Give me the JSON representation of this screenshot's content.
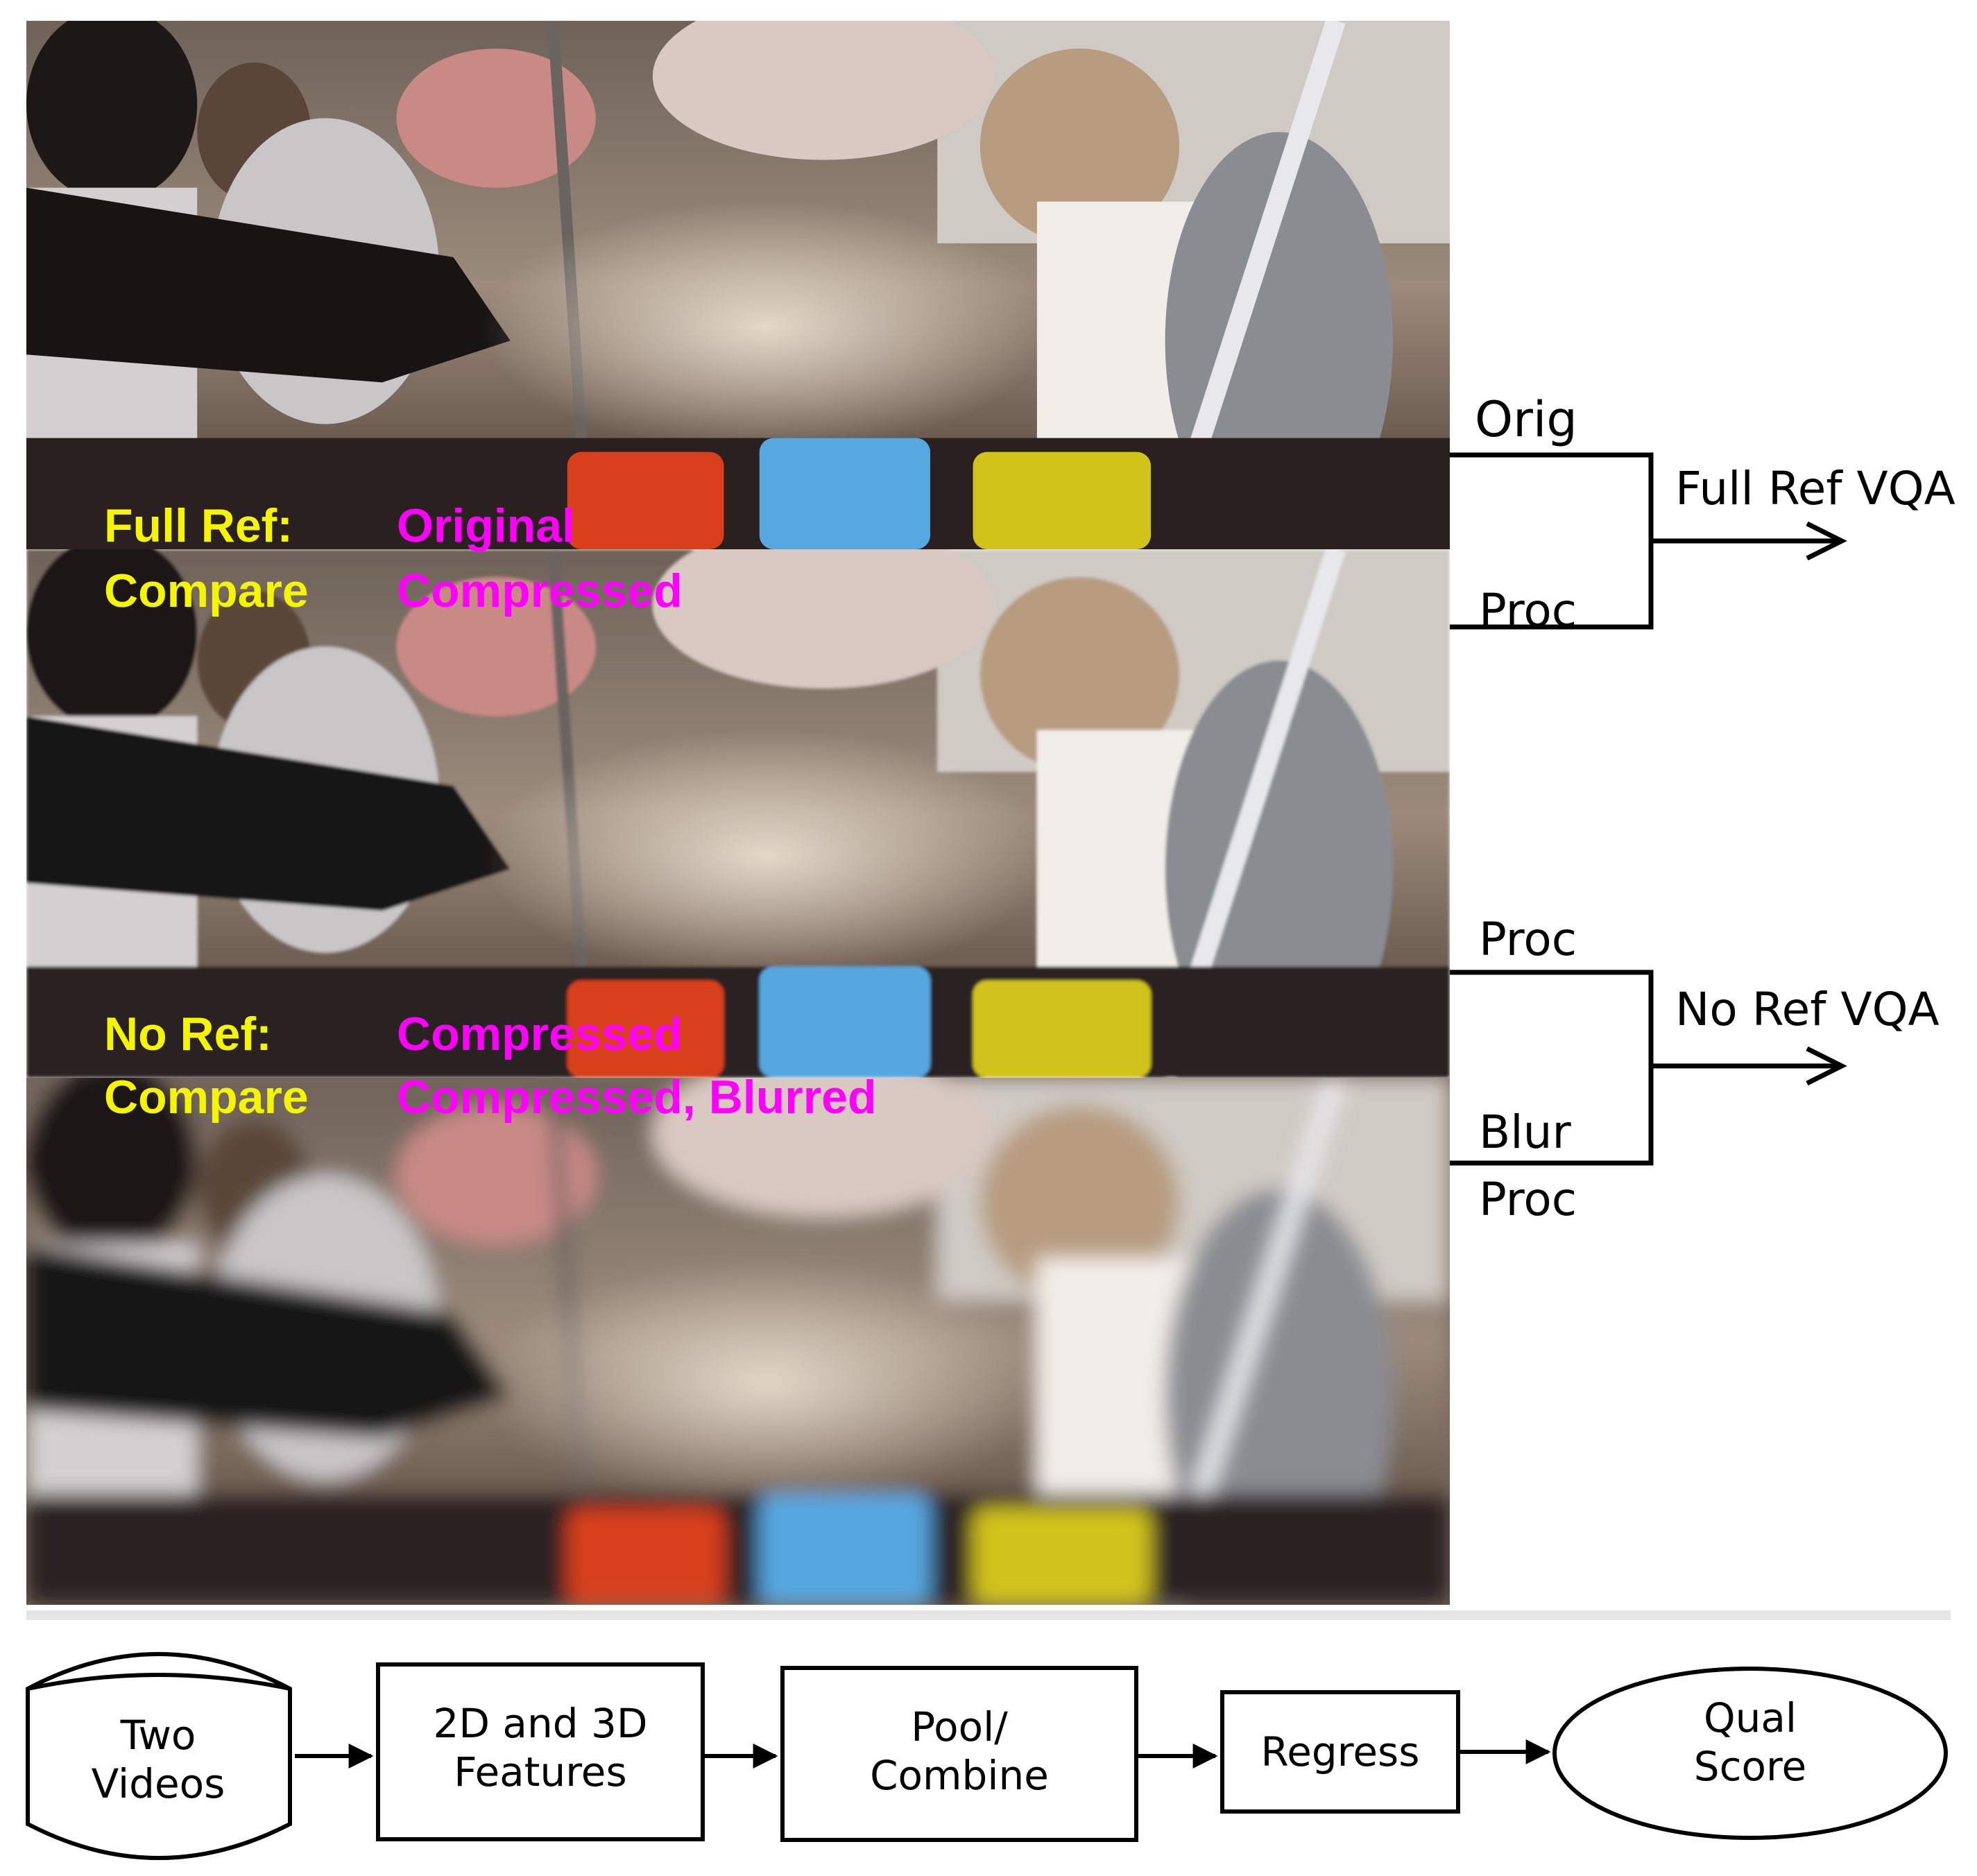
{
  "colors": {
    "label_yellow": "#f5f500",
    "label_magenta": "#ff00ff",
    "line": "#000000",
    "separator": "#e6e6e6"
  },
  "frames": {
    "full_ref": {
      "title": "Full Ref:",
      "compare": "Compare",
      "first": "Original",
      "second": "Compressed"
    },
    "no_ref": {
      "title": "No Ref:",
      "compare": "Compare",
      "first": "Compressed",
      "second": "Compressed, Blurred"
    }
  },
  "full_ref_diagram": {
    "top_input": "Orig",
    "bottom_input": "Proc",
    "output": "Full Ref VQA"
  },
  "no_ref_diagram": {
    "top_input": "Proc",
    "bottom_input_line1": "Blur",
    "bottom_input_line2": "Proc",
    "output": "No Ref VQA"
  },
  "pipeline": {
    "input": {
      "line1": "Two",
      "line2": "Videos",
      "shape": "cylinder"
    },
    "features": {
      "line1": "2D and 3D",
      "line2": "Features",
      "shape": "rectangle"
    },
    "pool": {
      "line1": "Pool/",
      "line2": "Combine",
      "shape": "rectangle"
    },
    "regress": {
      "line1": "Regress",
      "shape": "rectangle"
    },
    "output": {
      "line1": "Qual",
      "line2": "Score",
      "shape": "ellipse"
    }
  }
}
